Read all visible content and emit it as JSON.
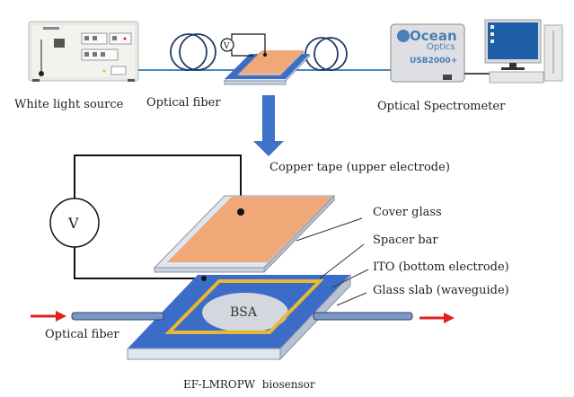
{
  "top_setup": {
    "white_light_source_label": "White light source",
    "optical_fiber_label": "Optical fiber",
    "spectrometer_label": "Optical Spectrometer",
    "spectrometer_brand_line1": "Ocean",
    "spectrometer_brand_line2": "Optics",
    "spectrometer_model": "USB2000+",
    "voltmeter_symbol": "V"
  },
  "detail": {
    "voltmeter_symbol": "V",
    "copper_tape_label": "Copper tape (upper electrode)",
    "cover_glass_label": "Cover glass",
    "spacer_bar_label": "Spacer bar",
    "ito_label": "ITO (bottom electrode)",
    "glass_slab_label": "Glass slab (waveguide)",
    "bsa_label": "BSA",
    "optical_fiber_label": "Optical fiber",
    "caption": "EF-LMROPW  biosensor"
  },
  "colors": {
    "copper": "#f0a878",
    "ito_blue": "#3a6cc8",
    "arrow_blue": "#3f72c9",
    "fiber_line": "#4a86c2",
    "spacer_gold": "#e8b830",
    "light_arrow_red": "#e0201c",
    "glass": "#dfe6ef"
  }
}
